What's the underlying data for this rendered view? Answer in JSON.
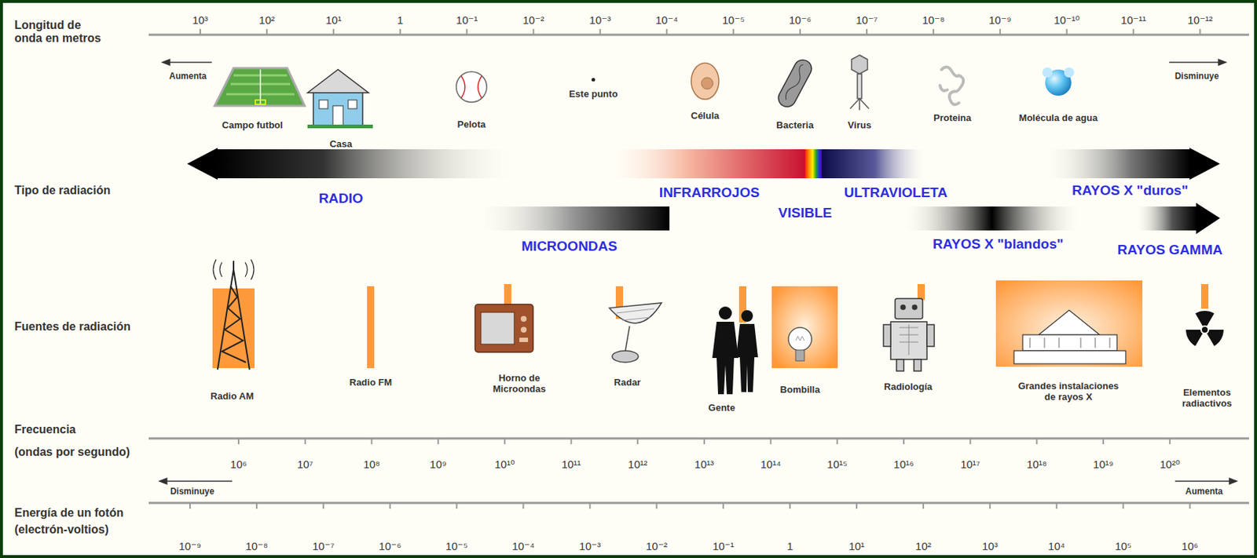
{
  "diagram": {
    "labels": [
      "Longitud de onda en metros",
      "10³",
      "10²",
      "10¹",
      "1",
      "10⁻¹",
      "10⁻²",
      "10⁻³",
      "10⁻⁴",
      "10⁻⁵",
      "10⁻⁶",
      "10⁻⁷",
      "10⁻⁸",
      "10⁻⁹",
      "10⁻¹⁰",
      "10⁻¹¹",
      "10⁻¹²",
      "Aumenta",
      "Disminuye",
      "Campo futbol",
      "Casa",
      "Pelota",
      "Este punto",
      "Célula",
      "Bacteria",
      "Virus",
      "Proteina",
      "Molécula de agua",
      "Tipo de radiación",
      "RADIO",
      "INFRARROJOS",
      "ULTRAVIOLETA",
      "RAYOS X \"duros\"",
      "VISIBLE",
      "MICROONDAS",
      "RAYOS X \"blandos\"",
      "RAYOS GAMMA",
      "Fuentes de radiación",
      "Radio AM",
      "Radio FM",
      "Horno de Microondas",
      "Radar",
      "Gente",
      "Bombilla",
      "Radiología",
      "Grandes instalaciones de rayos X",
      "Elementos radiactivos",
      "Frecuencia",
      "(ondas por segundo)",
      "10⁶",
      "10⁷",
      "10⁸",
      "10⁹",
      "10¹⁰",
      "10¹¹",
      "10¹²",
      "10¹³",
      "10¹⁴",
      "10¹⁵",
      "10¹⁶",
      "10¹⁷",
      "10¹⁸",
      "10¹⁹",
      "10²⁰",
      "Disminuye",
      "Aumenta",
      "Energía de un fotón",
      "(electrón-voltios)",
      "10⁻⁹",
      "10⁻⁸",
      "10⁻⁷",
      "10⁻⁶",
      "10⁻⁵",
      "10⁻⁴",
      "10⁻³",
      "10⁻²",
      "10⁻¹",
      "1",
      "10¹",
      "10²",
      "10³",
      "10⁴",
      "10⁵",
      "10⁶"
    ]
  }
}
